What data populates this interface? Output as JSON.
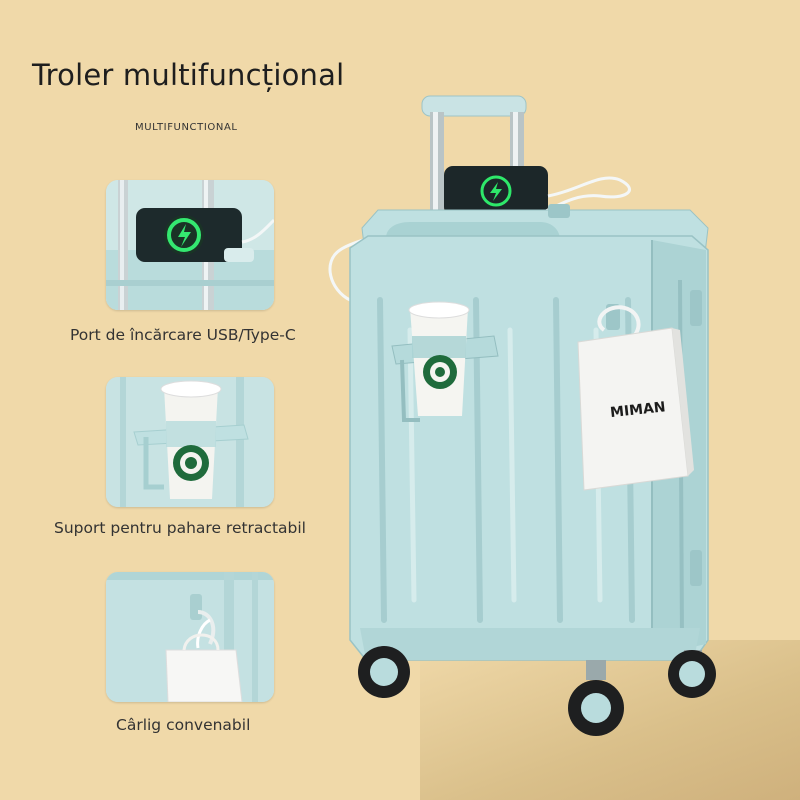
{
  "title": "Troler multifuncțional",
  "subtitle": "MULTIFUNCTIONAL",
  "features": [
    {
      "label": "Port de încărcare USB/Type-C",
      "icon": "phone-charging-icon"
    },
    {
      "label": "Suport pentru pahare retractabil",
      "icon": "cup-holder-icon"
    },
    {
      "label": "Cârlig convenabil",
      "icon": "hook-icon"
    }
  ],
  "bag_label": "MIMAN",
  "colors": {
    "background": "#f0d9a9",
    "suitcase": "#bfe0e1",
    "charging": "#2ee86a"
  }
}
